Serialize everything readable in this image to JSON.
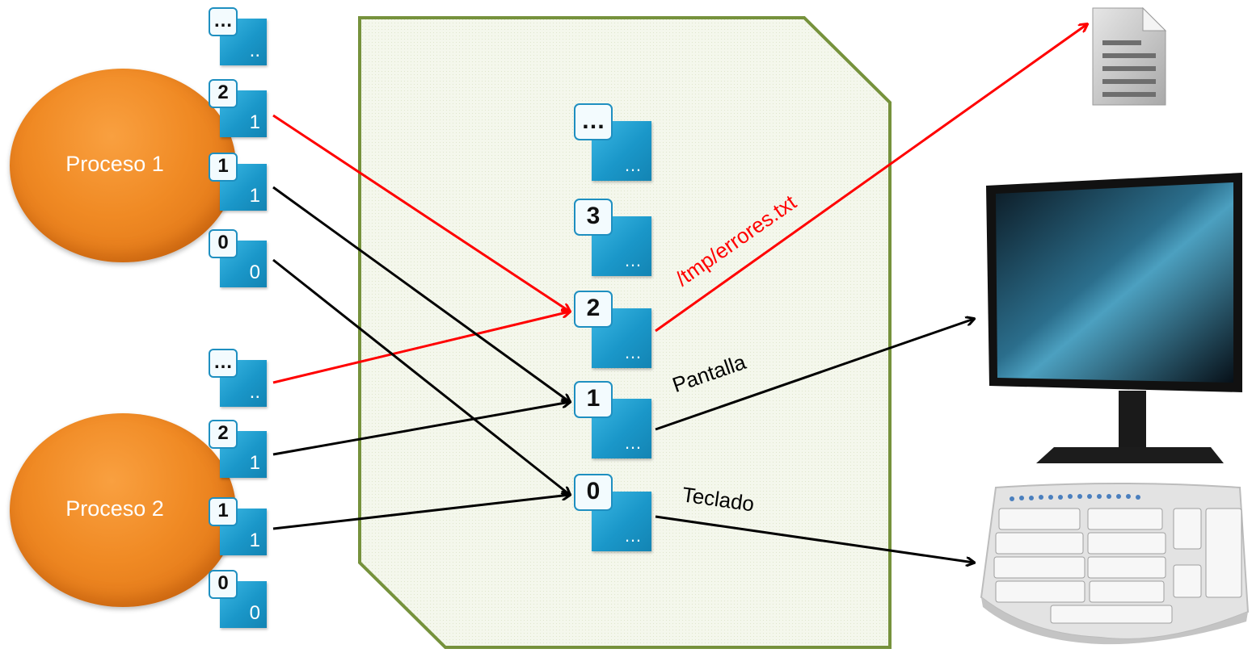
{
  "processes": [
    {
      "label": "Proceso 1",
      "fds": [
        {
          "num": "…",
          "sub": ".."
        },
        {
          "num": "2",
          "sub": "1"
        },
        {
          "num": "1",
          "sub": "1"
        },
        {
          "num": "0",
          "sub": "0"
        }
      ]
    },
    {
      "label": "Proceso 2",
      "fds": [
        {
          "num": "…",
          "sub": ".."
        },
        {
          "num": "2",
          "sub": "1"
        },
        {
          "num": "1",
          "sub": "1"
        },
        {
          "num": "0",
          "sub": "0"
        }
      ]
    }
  ],
  "table": [
    {
      "num": "…",
      "sub": "…"
    },
    {
      "num": "3",
      "sub": "…"
    },
    {
      "num": "2",
      "sub": "…"
    },
    {
      "num": "1",
      "sub": "…"
    },
    {
      "num": "0",
      "sub": "…"
    }
  ],
  "labels": {
    "file": "/tmp/errores.txt",
    "screen": "Pantalla",
    "keyboard": "Teclado"
  },
  "colors": {
    "arrow_error": "#ff0000",
    "arrow_normal": "#000000",
    "table_border": "#76923c",
    "table_fill": "#f3f6ea",
    "process": "#f08a24",
    "fd": "#1a97c9"
  },
  "icons": [
    "document-icon",
    "monitor-icon",
    "keyboard-icon"
  ]
}
